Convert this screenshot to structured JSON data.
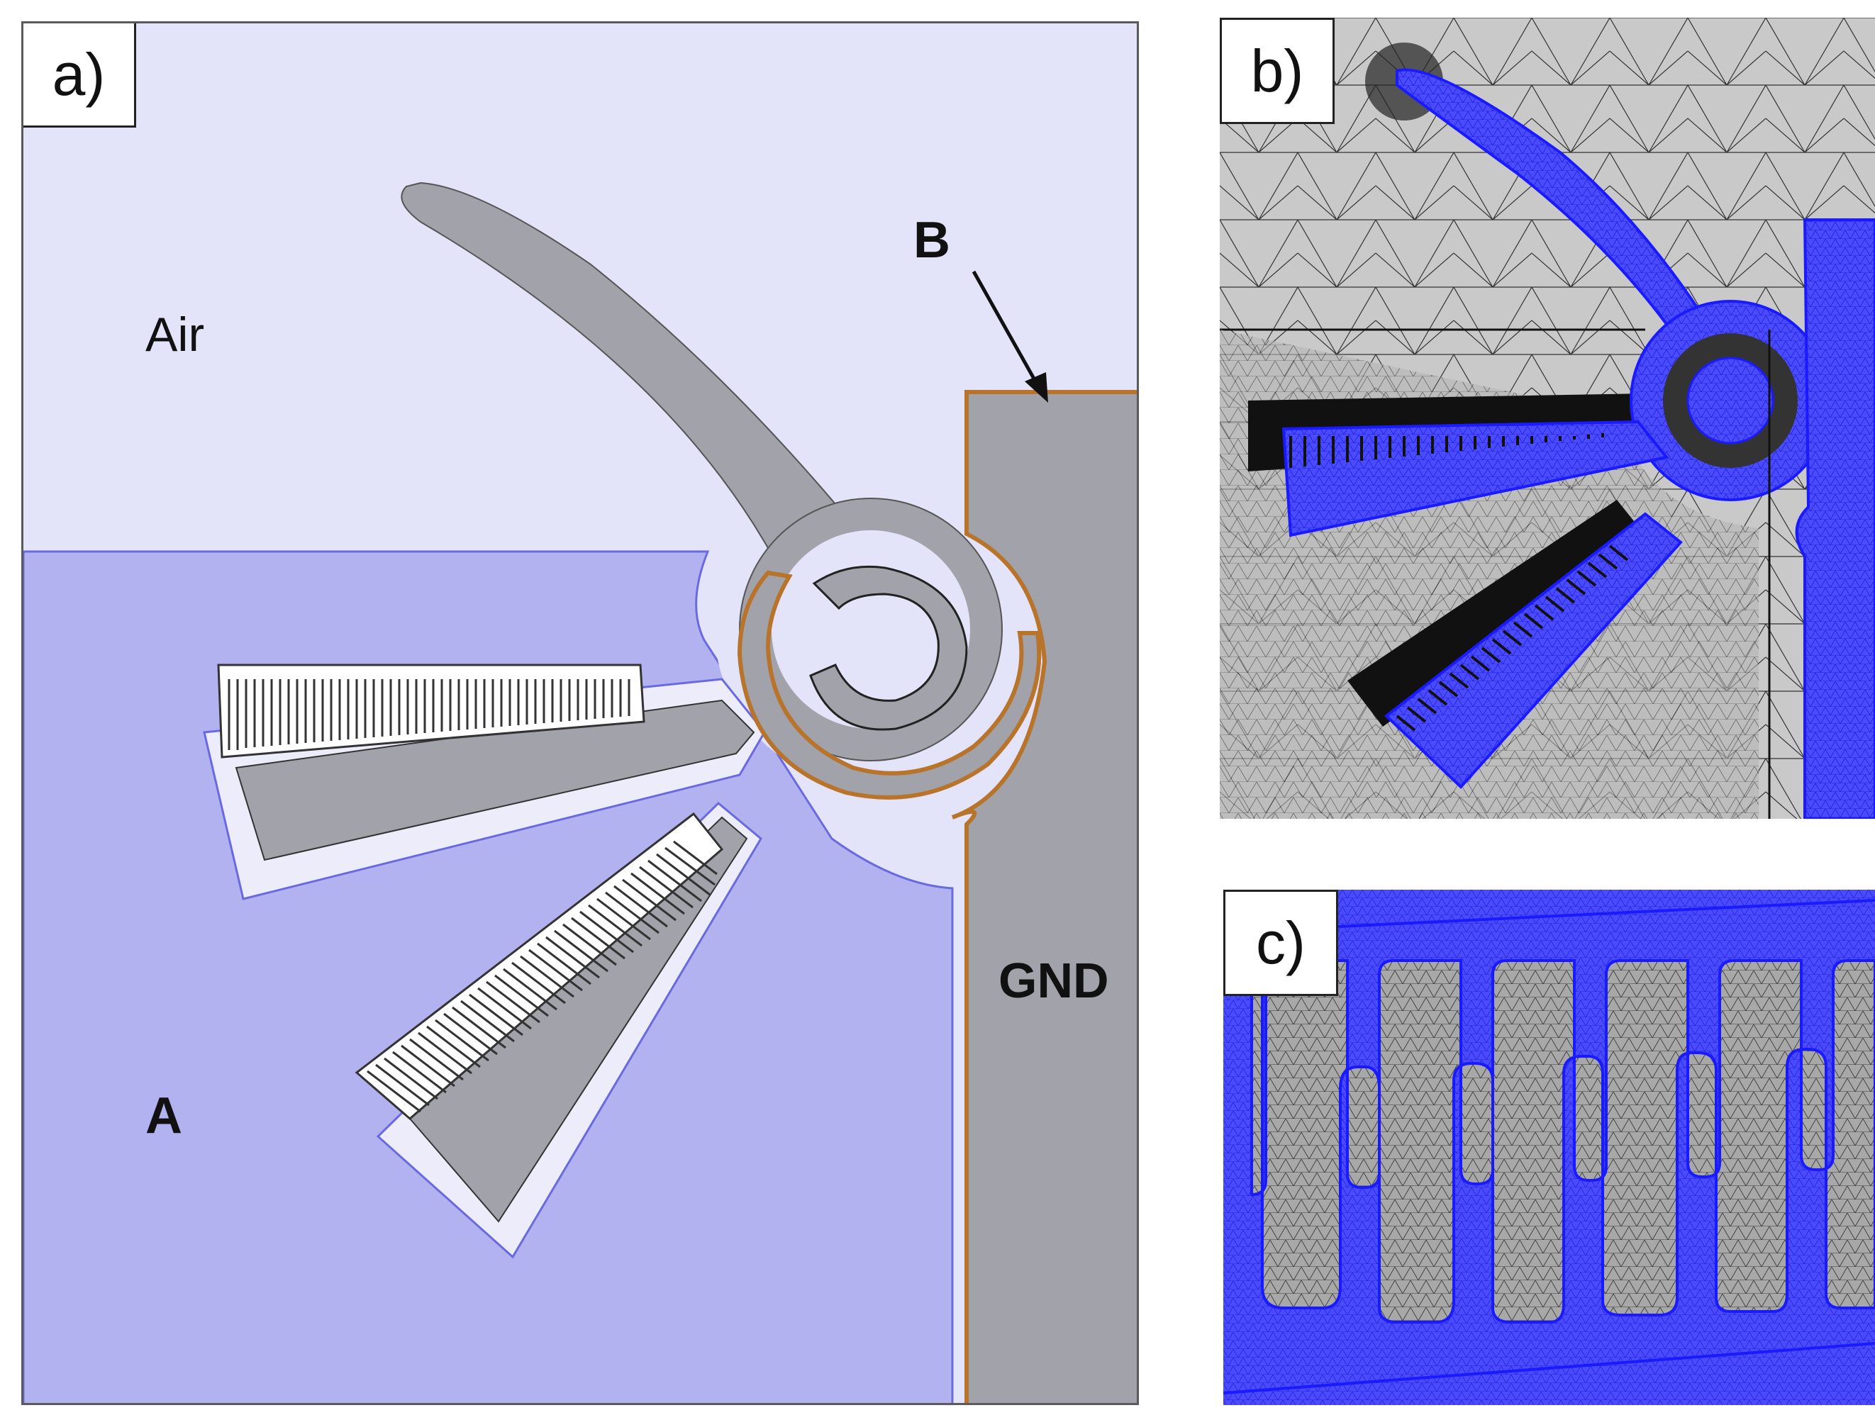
{
  "panels": {
    "a": {
      "tag": "a)",
      "labels": {
        "air": "Air",
        "a": "A",
        "b": "B",
        "gnd": "GND"
      }
    },
    "b": {
      "tag": "b)"
    },
    "c": {
      "tag": "c)"
    }
  },
  "colors": {
    "air": "#e3e3f9",
    "region_a": "#b2b2f0",
    "structure": "#a2a2aa",
    "boundary_b": "#b8742a",
    "mesh_background": "#c9c9c9",
    "mesh_blue": "#2a2aff"
  }
}
